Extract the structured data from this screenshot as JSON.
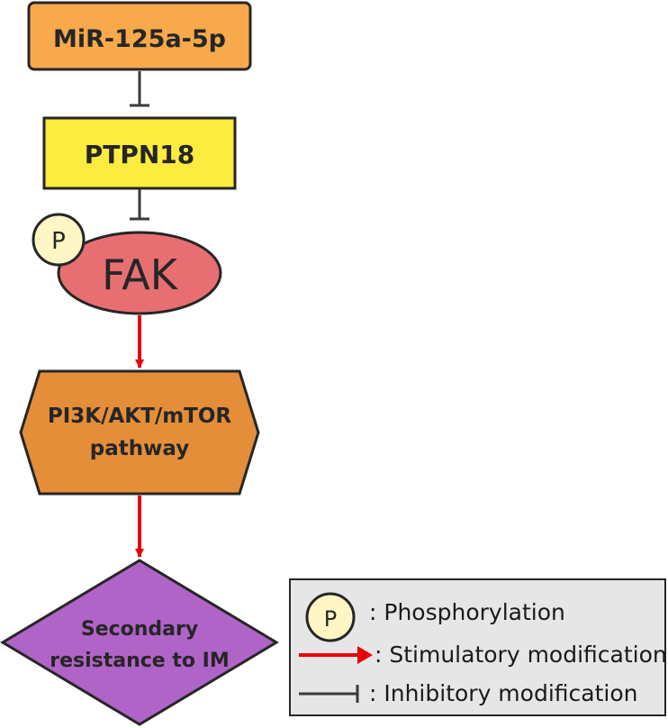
{
  "nodes": {
    "mir": {
      "label": "MiR-125a-5p",
      "fill": "#F7A94B"
    },
    "ptpn": {
      "label": "PTPN18",
      "fill": "#FCEC3F"
    },
    "fak": {
      "label": "FAK",
      "fill": "#E76F72"
    },
    "phospho_badge": {
      "label": "P",
      "fill": "#FEF6C4"
    },
    "pathway": {
      "line1": "PI3K/AKT/mTOR",
      "line2": "pathway",
      "fill": "#E48E3A"
    },
    "resistance": {
      "line1": "Secondary",
      "line2": "resistance to IM",
      "fill": "#B064C8"
    }
  },
  "edges": [
    {
      "from": "MiR-125a-5p",
      "to": "PTPN18",
      "type": "inhibitory"
    },
    {
      "from": "PTPN18",
      "to": "FAK",
      "type": "inhibitory"
    },
    {
      "from": "FAK",
      "to": "PI3K/AKT/mTOR pathway",
      "type": "stimulatory"
    },
    {
      "from": "PI3K/AKT/mTOR pathway",
      "to": "Secondary resistance to IM",
      "type": "stimulatory"
    }
  ],
  "legend": {
    "badge": "P",
    "phosphorylation": ": Phosphorylation",
    "stimulatory": ": Stimulatory modification",
    "inhibitory": ":  Inhibitory modification"
  },
  "colors": {
    "stimulatory_arrow": "#E8000B",
    "inhibitory_line": "#3A3A3A",
    "legend_bg": "#E6E6E6",
    "outline": "#262626"
  }
}
